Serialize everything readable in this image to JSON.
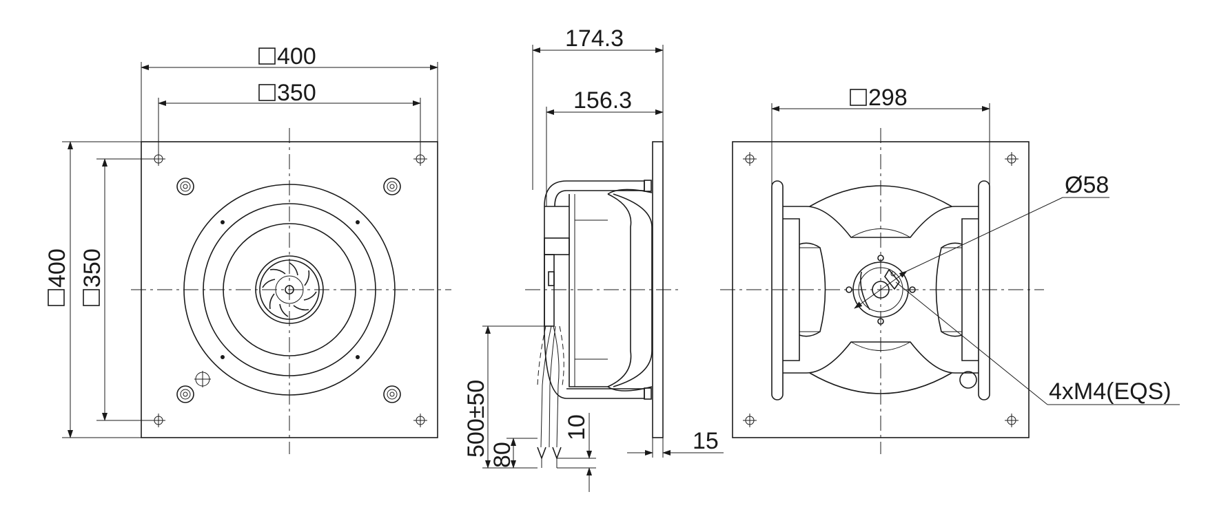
{
  "front_view": {
    "width_label": "400",
    "hole_width_label": "350",
    "height_label": "400",
    "hole_height_label": "350"
  },
  "side_view": {
    "depth_label": "174.3",
    "body_depth_label": "156.3",
    "cable_length_label": "500±50",
    "cable_strip_label": "80",
    "wire_strip_label": "10",
    "plate_label": "15"
  },
  "rear_view": {
    "bracket_width_label": "298",
    "hub_diameter_label": "Ø58",
    "thread_label": "4xM4(EQS)"
  }
}
